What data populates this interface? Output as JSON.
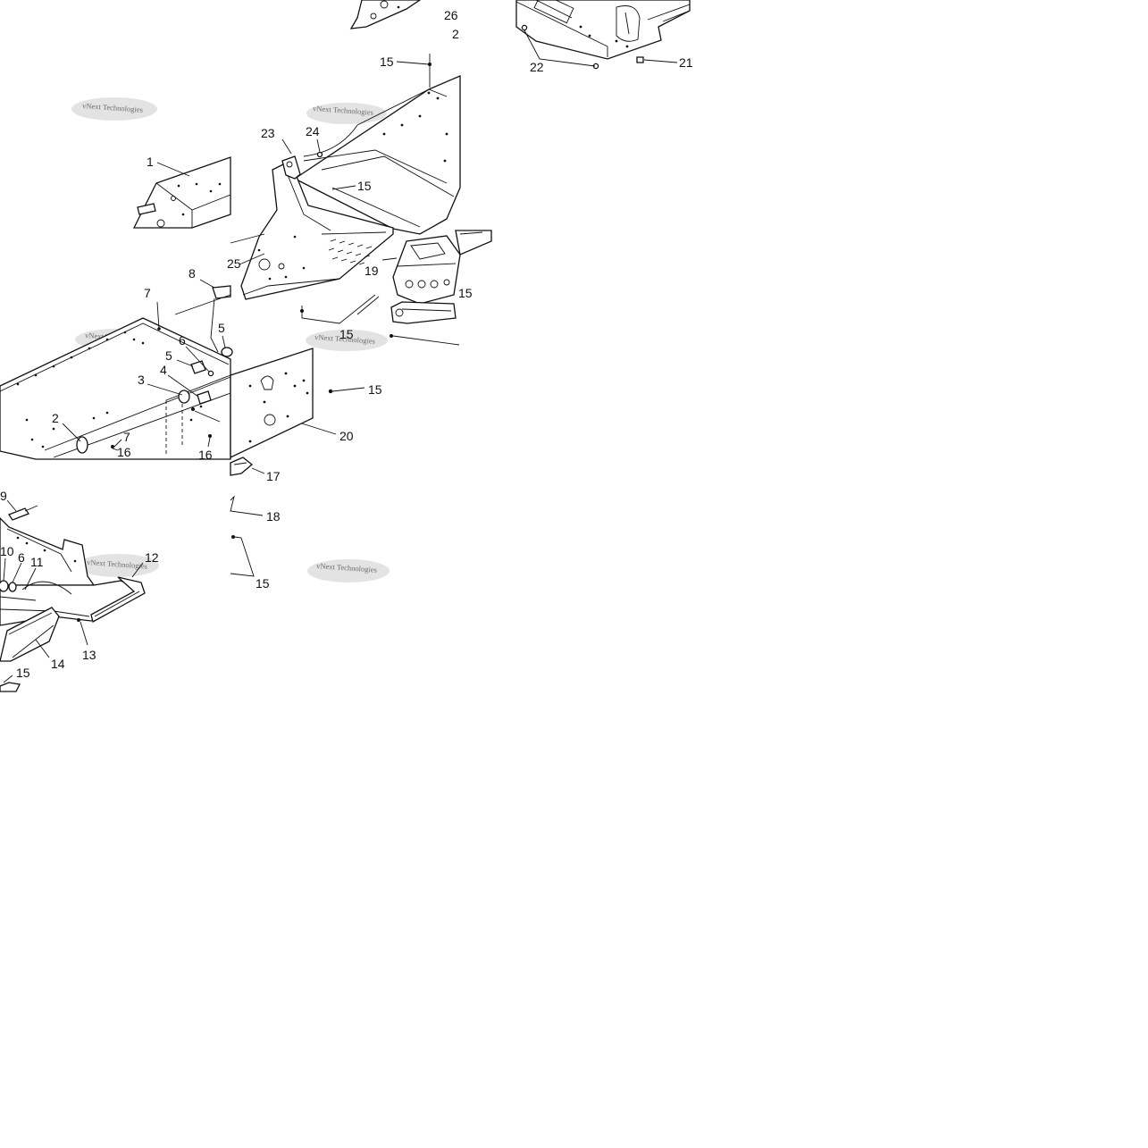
{
  "watermark": "vNext Technologies",
  "callouts": {
    "c1": "1",
    "c2": "2",
    "c3": "3",
    "c4": "4",
    "c5a": "5",
    "c5b": "5",
    "c6a": "6",
    "c6b": "6",
    "c7a": "7",
    "c7b": "7",
    "c8": "8",
    "c9": "9",
    "c10": "10",
    "c11": "11",
    "c12": "12",
    "c13": "13",
    "c14": "14",
    "c15a": "15",
    "c15b": "15",
    "c15c": "15",
    "c15d": "15",
    "c15e": "15",
    "c15f": "15",
    "c15g": "15",
    "c16a": "16",
    "c16b": "16",
    "c17": "17",
    "c18": "18",
    "c19": "19",
    "c20": "20",
    "c21": "21",
    "c22": "22",
    "c23": "23",
    "c24": "24",
    "c25": "25",
    "c26": "26",
    "c27": "2"
  }
}
